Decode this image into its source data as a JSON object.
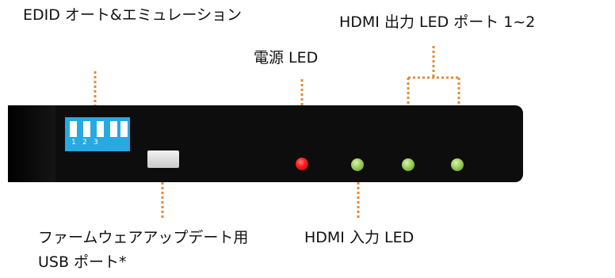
{
  "labels": {
    "edid": "EDID オート&エミュレーション",
    "hdmi_out": "HDMI 出力 LED ポート 1~2",
    "power_led": "電源 LED",
    "usb_line1": "ファームウェアアップデート用",
    "usb_line2": "USB ポート*",
    "hdmi_in": "HDMI 入力 LED"
  },
  "dip_switch_numbers": [
    "1",
    "2",
    "3"
  ],
  "colors": {
    "device_body": "#0d0d0d",
    "dip_switch": "#27a9e1",
    "leader_dots": "#e08c3a",
    "power_led": "#ff1e1e",
    "status_led": "#9ccf5a"
  },
  "icons": {
    "usb_port": "mini-usb-port-icon",
    "dip_switch": "dip-switch-icon",
    "led": "led-indicator-icon"
  }
}
